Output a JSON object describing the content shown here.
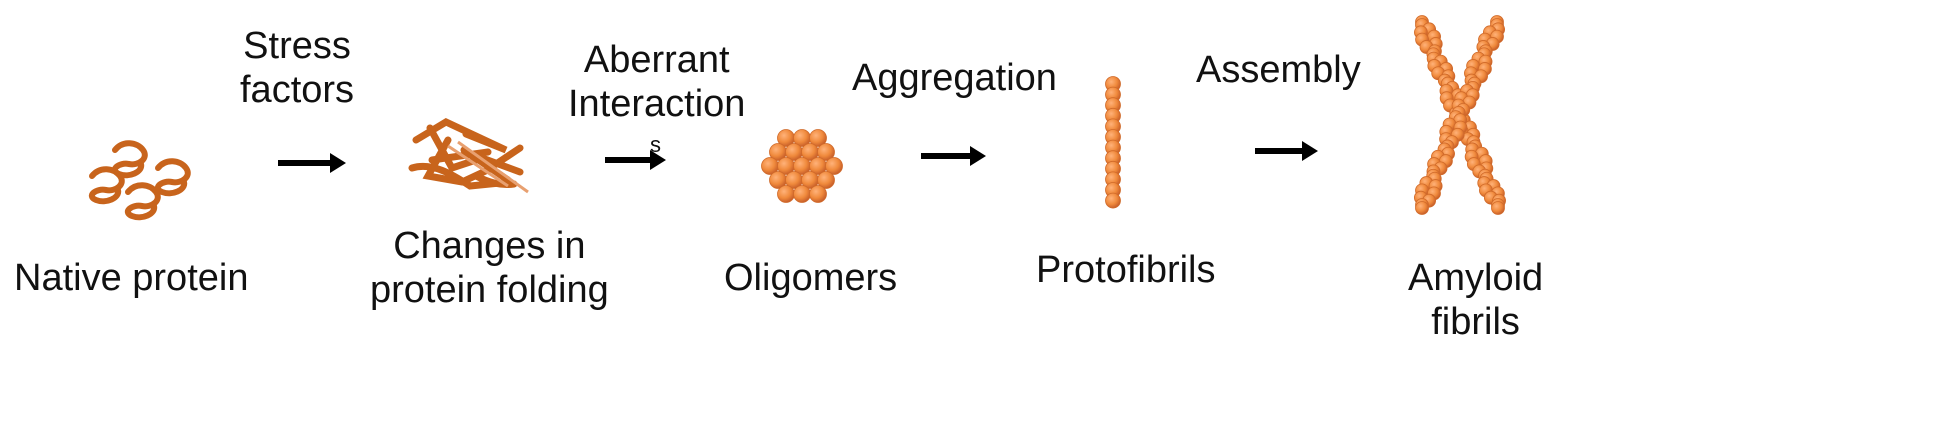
{
  "stages": [
    {
      "id": "native",
      "lines": [
        "Native protein"
      ]
    },
    {
      "id": "misfold",
      "lines": [
        "Changes in",
        "protein folding"
      ]
    },
    {
      "id": "oligomers",
      "lines": [
        "Oligomers"
      ]
    },
    {
      "id": "protofibrils",
      "lines": [
        "Protofibrils"
      ]
    },
    {
      "id": "amyloid",
      "lines": [
        "Amyloid",
        "fibrils"
      ]
    }
  ],
  "steps": [
    {
      "id": "stress",
      "lines": [
        "Stress",
        "factors"
      ]
    },
    {
      "id": "aberrant",
      "lines": [
        "Aberrant",
        "Interaction"
      ],
      "artifact": "s"
    },
    {
      "id": "aggregation",
      "lines": [
        "Aggregation"
      ]
    },
    {
      "id": "assembly",
      "lines": [
        "Assembly"
      ]
    }
  ],
  "colors": {
    "protein_brown": "#c8641c",
    "sphere_orange": "#f08a3c",
    "sphere_shade": "#d8692a",
    "arrow": "#000000",
    "text": "#111111"
  },
  "icons": [
    "native-protein-icon",
    "misfolded-protein-icon",
    "oligomer-icon",
    "protofibril-icon",
    "amyloid-fibril-icon",
    "arrow-icon"
  ]
}
